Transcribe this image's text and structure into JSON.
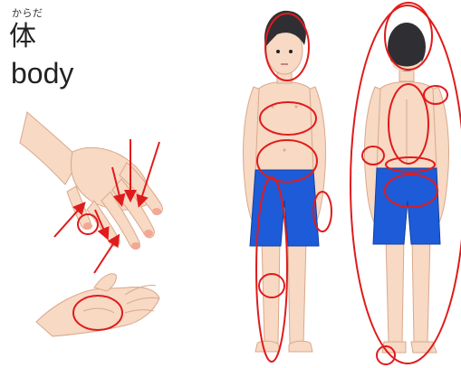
{
  "title": {
    "furigana": "からだ",
    "kanji": "体",
    "english": "body"
  },
  "colors": {
    "skin": "#f7d9c4",
    "skin_shade": "#eab79b",
    "shorts": "#1e5bd8",
    "hair": "#2f2f33",
    "annotation_red": "#e01b1b",
    "nail": "#f2a894"
  },
  "illustrations": [
    "hand-back-illustration",
    "palm-illustration",
    "boy-front-illustration",
    "boy-back-illustration"
  ]
}
